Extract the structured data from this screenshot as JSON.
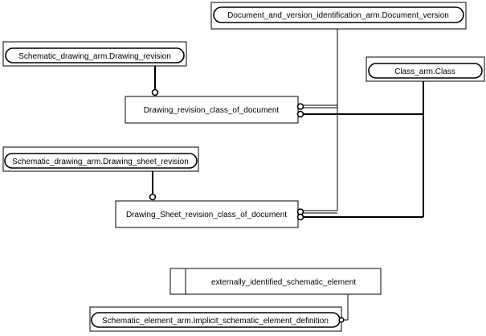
{
  "entities": {
    "document_version": "Document_and_version_identification_arm.Document_version",
    "drawing_revision": "Schematic_drawing_arm.Drawing_revision",
    "class": "Class_arm.Class",
    "drawing_revision_class_of_document": "Drawing_revision_class_of_document",
    "drawing_sheet_revision": "Schematic_drawing_arm.Drawing_sheet_revision",
    "drawing_sheet_revision_class_of_document": "Drawing_Sheet_revision_class_of_document",
    "externally_identified_schematic_element": "externally_identified_schematic_element",
    "implicit_schematic_element_definition": "Schematic_element_arm.Implicit_schematic_element_definition"
  }
}
